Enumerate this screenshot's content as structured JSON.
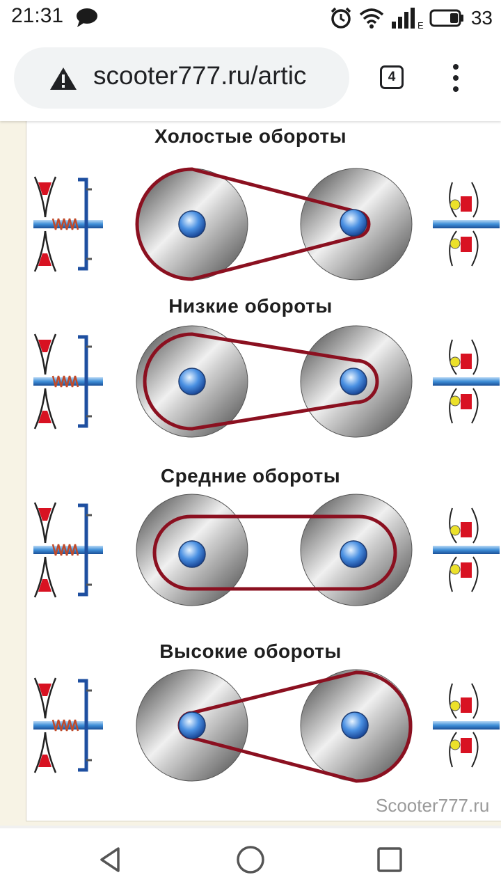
{
  "status_bar": {
    "time": "21:31",
    "network_type": "E",
    "battery": "33",
    "icons": [
      "message-icon",
      "alarm-icon",
      "wifi-icon",
      "signal-icon",
      "battery-icon"
    ]
  },
  "browser": {
    "url": "scooter777.ru/artic",
    "security_icon": "warning-icon",
    "tab_count": "4",
    "menu_icon": "more-vert-icon"
  },
  "article_image": {
    "stages": [
      {
        "title": "Холостые обороты",
        "belt_position": "low on variator, high on clutch"
      },
      {
        "title": "Низкие обороты",
        "belt_position": "low-mid"
      },
      {
        "title": "Средние обороты",
        "belt_position": "equal"
      },
      {
        "title": "Высокие обороты",
        "belt_position": "high on variator, low on clutch"
      }
    ],
    "watermark": "Scooter777.ru",
    "colors": {
      "belt": "#8b1020",
      "shaft": "#3f8fd8",
      "weight": "#ece12a",
      "spring": "#c04a2a",
      "accent_red": "#d81222"
    }
  },
  "nav_bar": {
    "icons": [
      "back-icon",
      "home-icon",
      "recents-icon"
    ]
  }
}
